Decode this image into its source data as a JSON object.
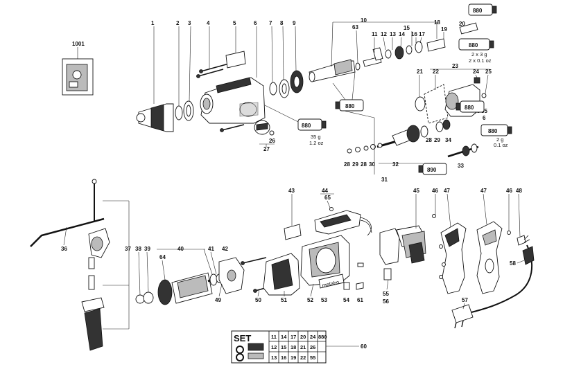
{
  "part_numbers": {
    "p1": "1",
    "p2": "2",
    "p3": "3",
    "p4": "4",
    "p5": "5",
    "p6": "6",
    "p7": "7",
    "p8": "8",
    "p9": "9",
    "p10": "10",
    "p11": "11",
    "p12": "12",
    "p13": "13",
    "p14": "14",
    "p15": "15",
    "p16": "16",
    "p17": "17",
    "p18": "18",
    "p19": "19",
    "p20": "20",
    "p21": "21",
    "p22": "22",
    "p23": "23",
    "p24": "24",
    "p25": "25",
    "p26": "26",
    "p27": "27",
    "p28a": "28",
    "p29a": "29",
    "p28b": "28",
    "p30": "30",
    "p31": "31",
    "p32": "32",
    "p33": "33",
    "p34": "34",
    "p35": "35",
    "p6b": "6",
    "p28c": "28",
    "p29b": "29",
    "p36": "36",
    "p37": "37",
    "p38": "38",
    "p39": "39",
    "p40": "40",
    "p41": "41",
    "p42": "42",
    "p43": "43",
    "p44": "44",
    "p65": "65",
    "p45": "45",
    "p46a": "46",
    "p47a": "47",
    "p47b": "47",
    "p46b": "46",
    "p48": "48",
    "p64": "64",
    "p49": "49",
    "p50": "50",
    "p51": "51",
    "p52": "52",
    "p53": "53",
    "p54": "54",
    "p61": "61",
    "p55": "55",
    "p56": "56",
    "p57": "57",
    "p58": "58",
    "p60": "60",
    "p63": "63",
    "p1001": "1001"
  },
  "grease_tubes": {
    "t1": "880",
    "t2": "880",
    "t3": "880",
    "t4": "880",
    "t5": "880",
    "t6": "880",
    "t7": "890"
  },
  "grease_notes": {
    "n1_line1": "2 x 3 g",
    "n1_line2": "2 x 0.1 oz",
    "n2_line1": "35 g",
    "n2_line2": "1.2 oz",
    "n3_line1": "2 g",
    "n3_line2": "0.1 oz"
  },
  "motor_label": "metabo",
  "set_table": {
    "title": "SET",
    "rows": [
      [
        "11",
        "14",
        "17",
        "20",
        "24",
        "880"
      ],
      [
        "12",
        "15",
        "18",
        "21",
        "26",
        ""
      ],
      [
        "13",
        "16",
        "19",
        "22",
        "55",
        ""
      ]
    ]
  }
}
